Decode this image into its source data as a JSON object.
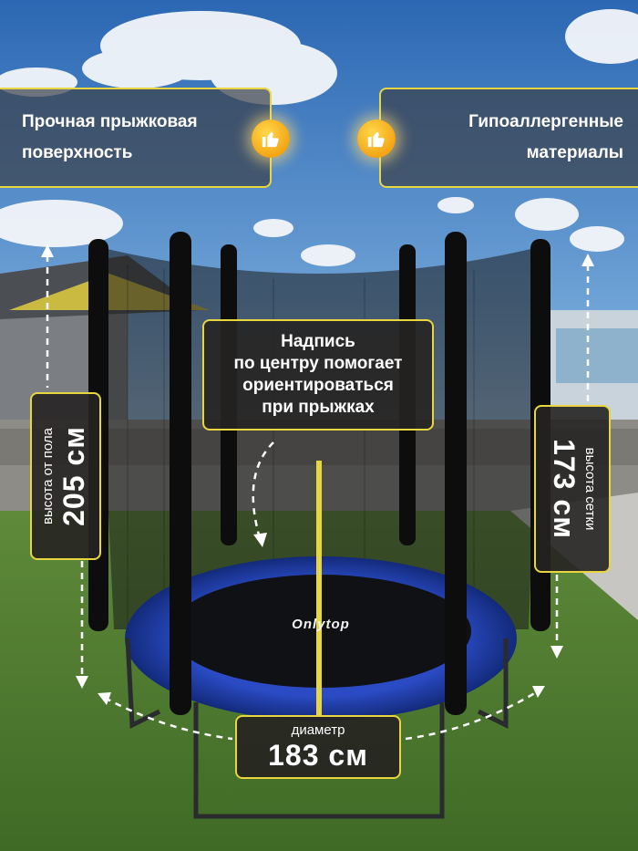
{
  "callouts": {
    "surface": {
      "line1": "Прочная прыжковая",
      "line2": "поверхность"
    },
    "materials": {
      "line1": "Гипоаллергенные",
      "line2": "материалы"
    },
    "center": {
      "line1": "Надпись",
      "line2": "по центру помогает",
      "line3": "ориентироваться",
      "line4": "при прыжках"
    }
  },
  "dimensions": {
    "floor_height": {
      "label": "высота от пола",
      "value": "205 см"
    },
    "net_height": {
      "label": "высота сетки",
      "value": "173 см"
    },
    "diameter": {
      "label": "диаметр",
      "value": "183 см"
    }
  },
  "brand": {
    "logo_text": "Onlytop"
  },
  "icons": {
    "thumb": "thumbs-up-icon"
  },
  "colors": {
    "accent": "#e8d640",
    "mat_ring": "#1e3a9c",
    "icon": "#f3a516"
  }
}
